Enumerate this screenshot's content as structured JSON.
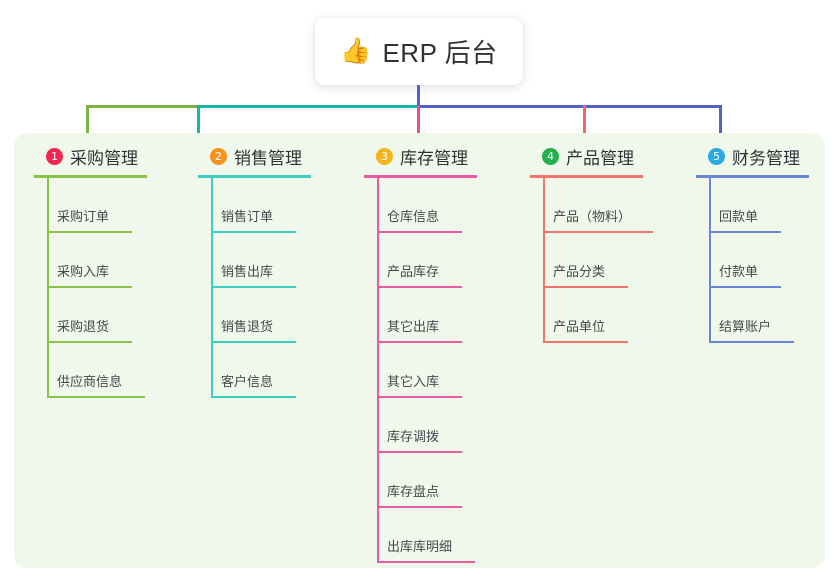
{
  "root": {
    "icon": "thumbs-up-icon",
    "emoji": "👍",
    "title": "ERP 后台"
  },
  "colors": {
    "panel_bg": "#eff8ea",
    "page_bg": "#ffffff",
    "title_text": "#2f3337",
    "leaf_text": "#45494d",
    "bus_green": "#7cb342",
    "bus_teal": "#16b8a0",
    "bus_blue": "#5460c8",
    "drop_pink": "#ec4d8f",
    "drop_red": "#f4665f",
    "root_stem": "#5460c8"
  },
  "branches": [
    {
      "number": "1",
      "label": "采购管理",
      "badge_color": "#f1264e",
      "line_color": "#8bc34a",
      "items": [
        "采购订单",
        "采购入库",
        "采购退货",
        "供应商信息"
      ]
    },
    {
      "number": "2",
      "label": "销售管理",
      "badge_color": "#f7921e",
      "line_color": "#3ccfc0",
      "items": [
        "销售订单",
        "销售出库",
        "销售退货",
        "客户信息"
      ]
    },
    {
      "number": "3",
      "label": "库存管理",
      "badge_color": "#f4b41a",
      "line_color": "#e95aa0",
      "items": [
        "仓库信息",
        "产品库存",
        "其它出库",
        "其它入库",
        "库存调拨",
        "库存盘点",
        "出库库明细"
      ]
    },
    {
      "number": "4",
      "label": "产品管理",
      "badge_color": "#22b14c",
      "line_color": "#f4736b",
      "items": [
        "产品（物料）",
        "产品分类",
        "产品单位"
      ]
    },
    {
      "number": "5",
      "label": "财务管理",
      "badge_color": "#29abe2",
      "line_color": "#6b86d6",
      "items": [
        "回款单",
        "付款单",
        "结算账户"
      ]
    }
  ]
}
